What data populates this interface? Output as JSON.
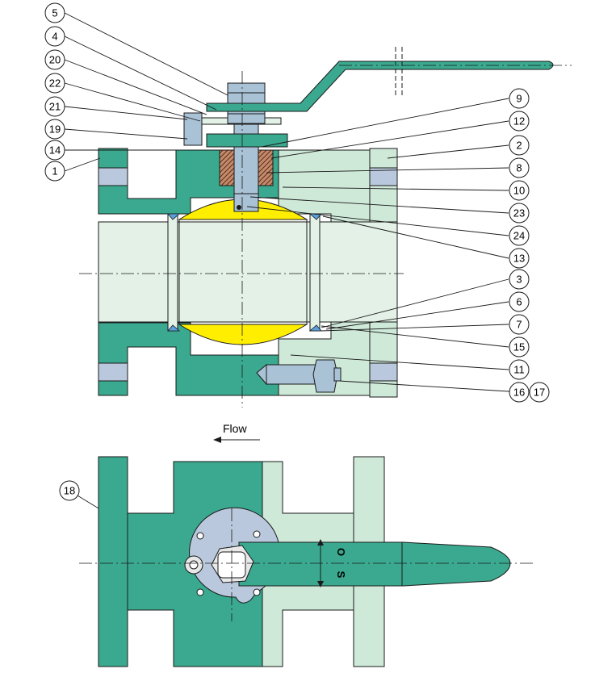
{
  "colors": {
    "body_dark": "#3aa98f",
    "body_light": "#cfe9d9",
    "bore": "#e3f1e6",
    "ball": "#ffee00",
    "seat": "#5aa0dd",
    "bolt_face": "#b9c8dc",
    "stem": "#a9c2d6",
    "packing": "#7a4a3a",
    "outline": "#1a1a1a"
  },
  "flow_label": "Flow",
  "handle_marks": {
    "open": "O",
    "shut": "S"
  },
  "callouts_left": [
    "5",
    "4",
    "20",
    "22",
    "21",
    "19",
    "14",
    "1"
  ],
  "callouts_right": [
    "9",
    "12",
    "2",
    "8",
    "10",
    "23",
    "24",
    "13",
    "3",
    "6",
    "7",
    "15",
    "11",
    "16",
    "17"
  ],
  "callout_bottom": "18",
  "icons": {
    "flow_arrow": "arrow-left-icon",
    "handle_direction": "double-arrow-icon"
  }
}
